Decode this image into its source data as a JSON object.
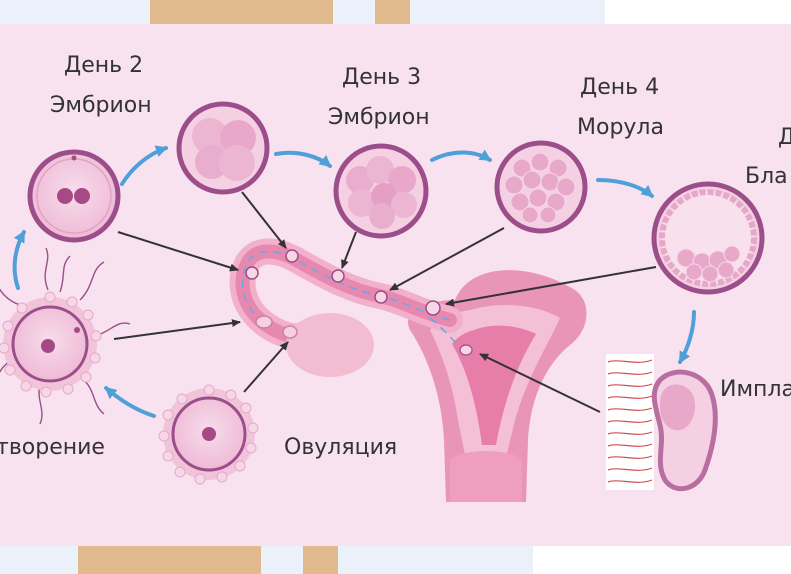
{
  "labels": {
    "day2": "День 2",
    "embryo2": "Эмбрион",
    "day3": "День 3",
    "embryo3": "Эмбрион",
    "day4": "День 4",
    "morula": "Морула",
    "day5_partial": "Д",
    "blastocyst_partial": "Бла",
    "fertilization_partial": "творение",
    "ovulation": "Овуляция",
    "implantation_partial": "Импла"
  },
  "colors": {
    "background": "#f9e2ef",
    "outer_bg": "#eaf1fa",
    "tab": "#e0b98d",
    "cell_border": "#9b4e8a",
    "cell_fill": "#f0c8de",
    "cell_inner": "#e2a2c6",
    "blue_arrow": "#4f9fd9",
    "black_arrow": "#333333",
    "uterus": "#e788b0",
    "uterus_light": "#f2b6cf"
  }
}
